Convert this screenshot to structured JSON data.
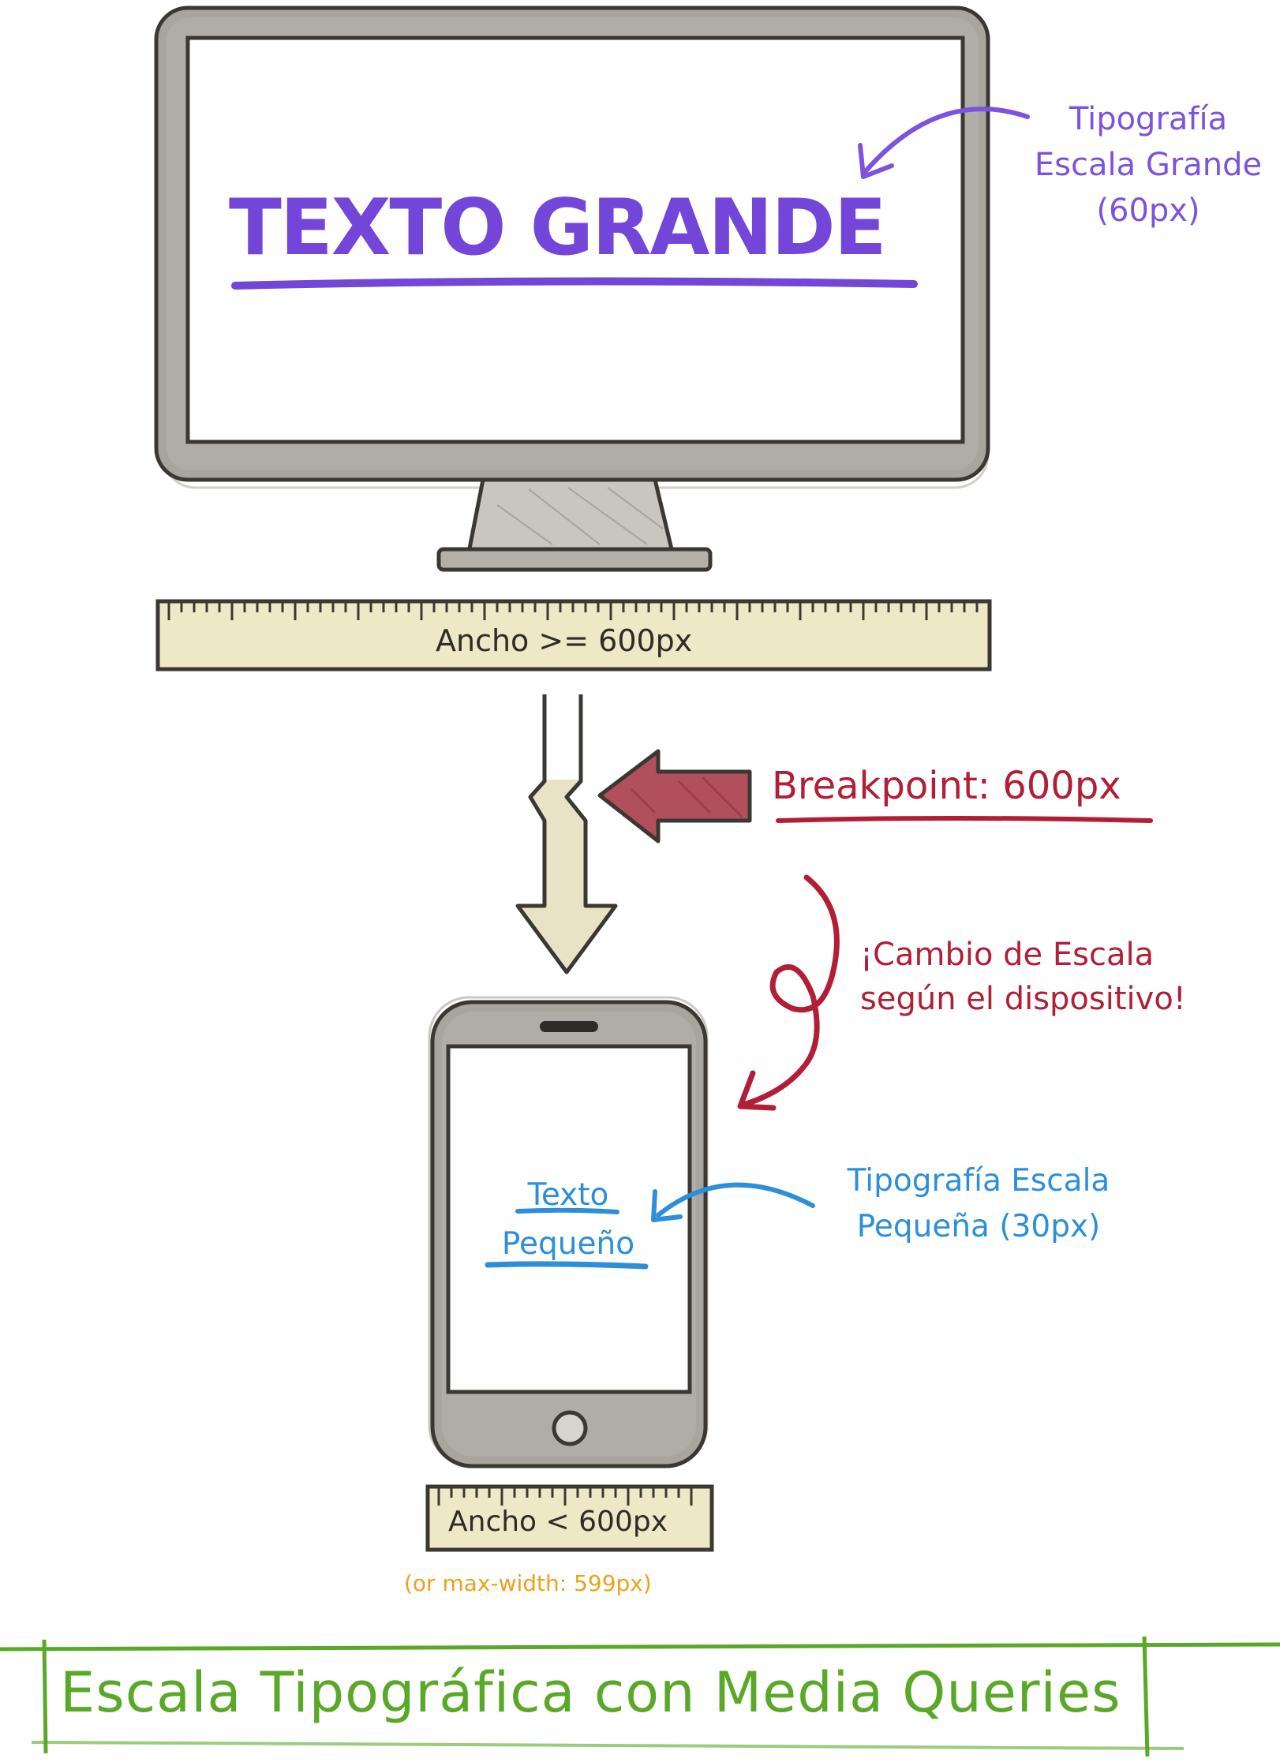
{
  "desktop": {
    "headline": "TEXTO GRANDE",
    "note_line1": "Tipografía",
    "note_line2": "Escala Grande",
    "note_line3": "(60px)",
    "ruler_label": "Ancho >= 600px"
  },
  "breakpoint": {
    "label": "Breakpoint: 600px"
  },
  "change_note": {
    "line1": "¡Cambio de Escala",
    "line2": "según el dispositivo!"
  },
  "mobile": {
    "text_line1": "Texto",
    "text_line2": "Pequeño",
    "note_line1": "Tipografía Escala",
    "note_line2": "Pequeña (30px)",
    "ruler_label": "Ancho < 600px",
    "max_width_note": "(or max-width: 599px)"
  },
  "title": "Escala Tipográfica con Media Queries",
  "colors": {
    "purple": "#7346d9",
    "red": "#b11e35",
    "blue": "#2d8fd8",
    "orange": "#eaa21b",
    "green": "#5aa828",
    "ruler_fill": "#efe8c6",
    "frame_gray": "#9d9a95"
  }
}
